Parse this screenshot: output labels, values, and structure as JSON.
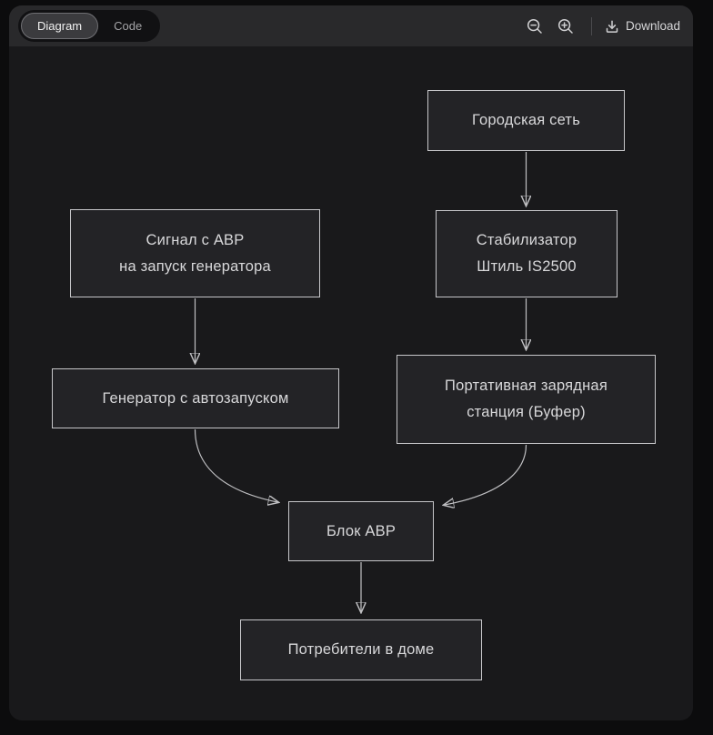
{
  "toolbar": {
    "tabs": [
      {
        "label": "Diagram",
        "active": true
      },
      {
        "label": "Code",
        "active": false
      }
    ],
    "zoom_out_icon": "zoom-out-icon",
    "zoom_in_icon": "zoom-in-icon",
    "download": {
      "label": "Download",
      "icon": "download-icon"
    }
  },
  "diagram": {
    "type": "flowchart",
    "direction": "top-down",
    "nodes": [
      {
        "id": "city-grid",
        "lines": [
          "Городская сеть"
        ]
      },
      {
        "id": "avr-signal",
        "lines": [
          "Сигнал с АВР",
          "на запуск генератора"
        ]
      },
      {
        "id": "stabilizer",
        "lines": [
          "Стабилизатор",
          "Штиль IS2500"
        ]
      },
      {
        "id": "generator",
        "lines": [
          "Генератор с автозапуском"
        ]
      },
      {
        "id": "power-station",
        "lines": [
          "Портативная зарядная",
          "станция (Буфер)"
        ]
      },
      {
        "id": "avr-block",
        "lines": [
          "Блок АВР"
        ]
      },
      {
        "id": "consumers",
        "lines": [
          "Потребители в доме"
        ]
      }
    ],
    "edges": [
      {
        "from": "city-grid",
        "to": "stabilizer"
      },
      {
        "from": "avr-signal",
        "to": "generator"
      },
      {
        "from": "stabilizer",
        "to": "power-station"
      },
      {
        "from": "generator",
        "to": "avr-block"
      },
      {
        "from": "power-station",
        "to": "avr-block"
      },
      {
        "from": "avr-block",
        "to": "consumers"
      }
    ]
  },
  "colors": {
    "outer_bg": "#0c0c0d",
    "toolbar_bg": "#29292b",
    "canvas_bg": "#19191b",
    "node_fill": "#232326",
    "node_border": "#c6c6c9",
    "edge": "#c0c0c3",
    "text": "#d8d8da"
  }
}
